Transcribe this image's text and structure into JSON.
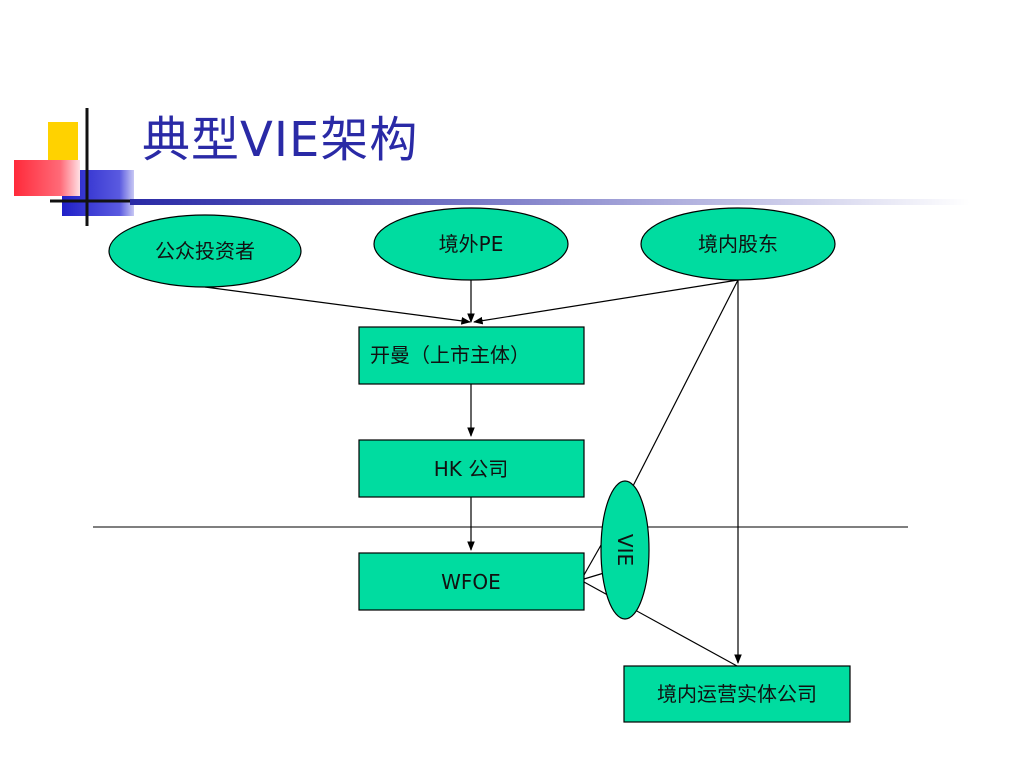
{
  "title": "典型VIE架构",
  "nodes": {
    "public_investors": "公众投资者",
    "offshore_pe": "境外PE",
    "domestic_shareholders": "境内股东",
    "listed_entity": "开曼（上市主体）",
    "hk_company": "HK 公司",
    "wfoe": "WFOE",
    "vie": "VIE",
    "operating_company": "境内运营实体公司"
  },
  "colors": {
    "node_fill": "#00dca0",
    "title": "#2a2aa6",
    "deco_yellow": "#ffd200",
    "deco_red": "#ff4050",
    "deco_blue": "#2a2ad0"
  }
}
